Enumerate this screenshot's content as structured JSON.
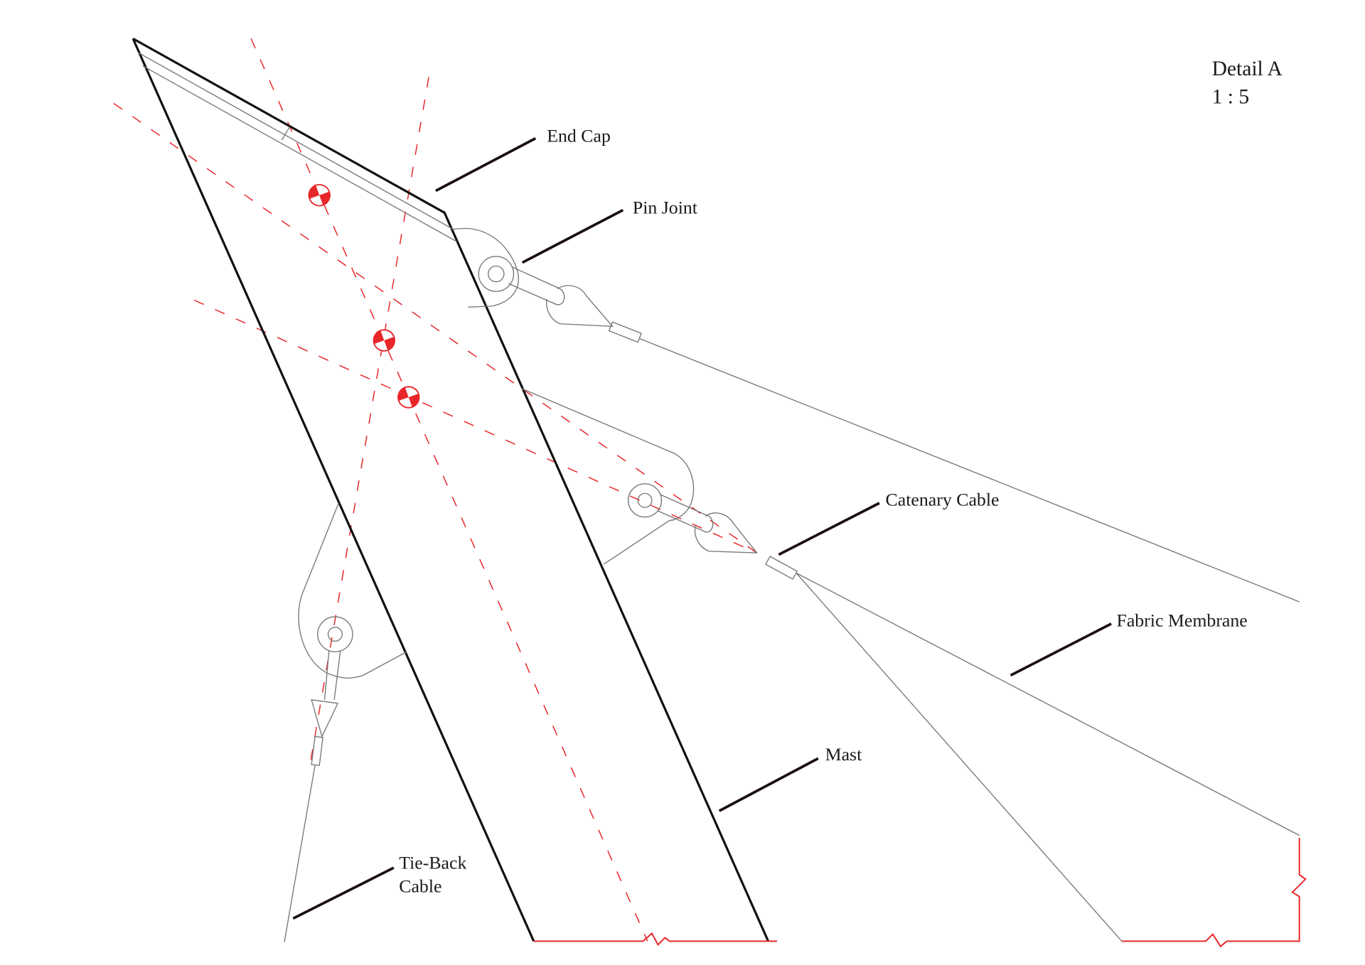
{
  "title": {
    "line1": "Detail A",
    "line2": "1 : 5"
  },
  "labels": {
    "end_cap": "End Cap",
    "pin_joint": "Pin Joint",
    "catenary_cable": "Catenary Cable",
    "fabric_membrane": "Fabric Membrane",
    "mast": "Mast",
    "tie_back_line1": "Tie-Back",
    "tie_back_line2": "Cable"
  },
  "colors": {
    "centerline": "#e8262a",
    "outline": "#111111",
    "detail": "#777777"
  }
}
